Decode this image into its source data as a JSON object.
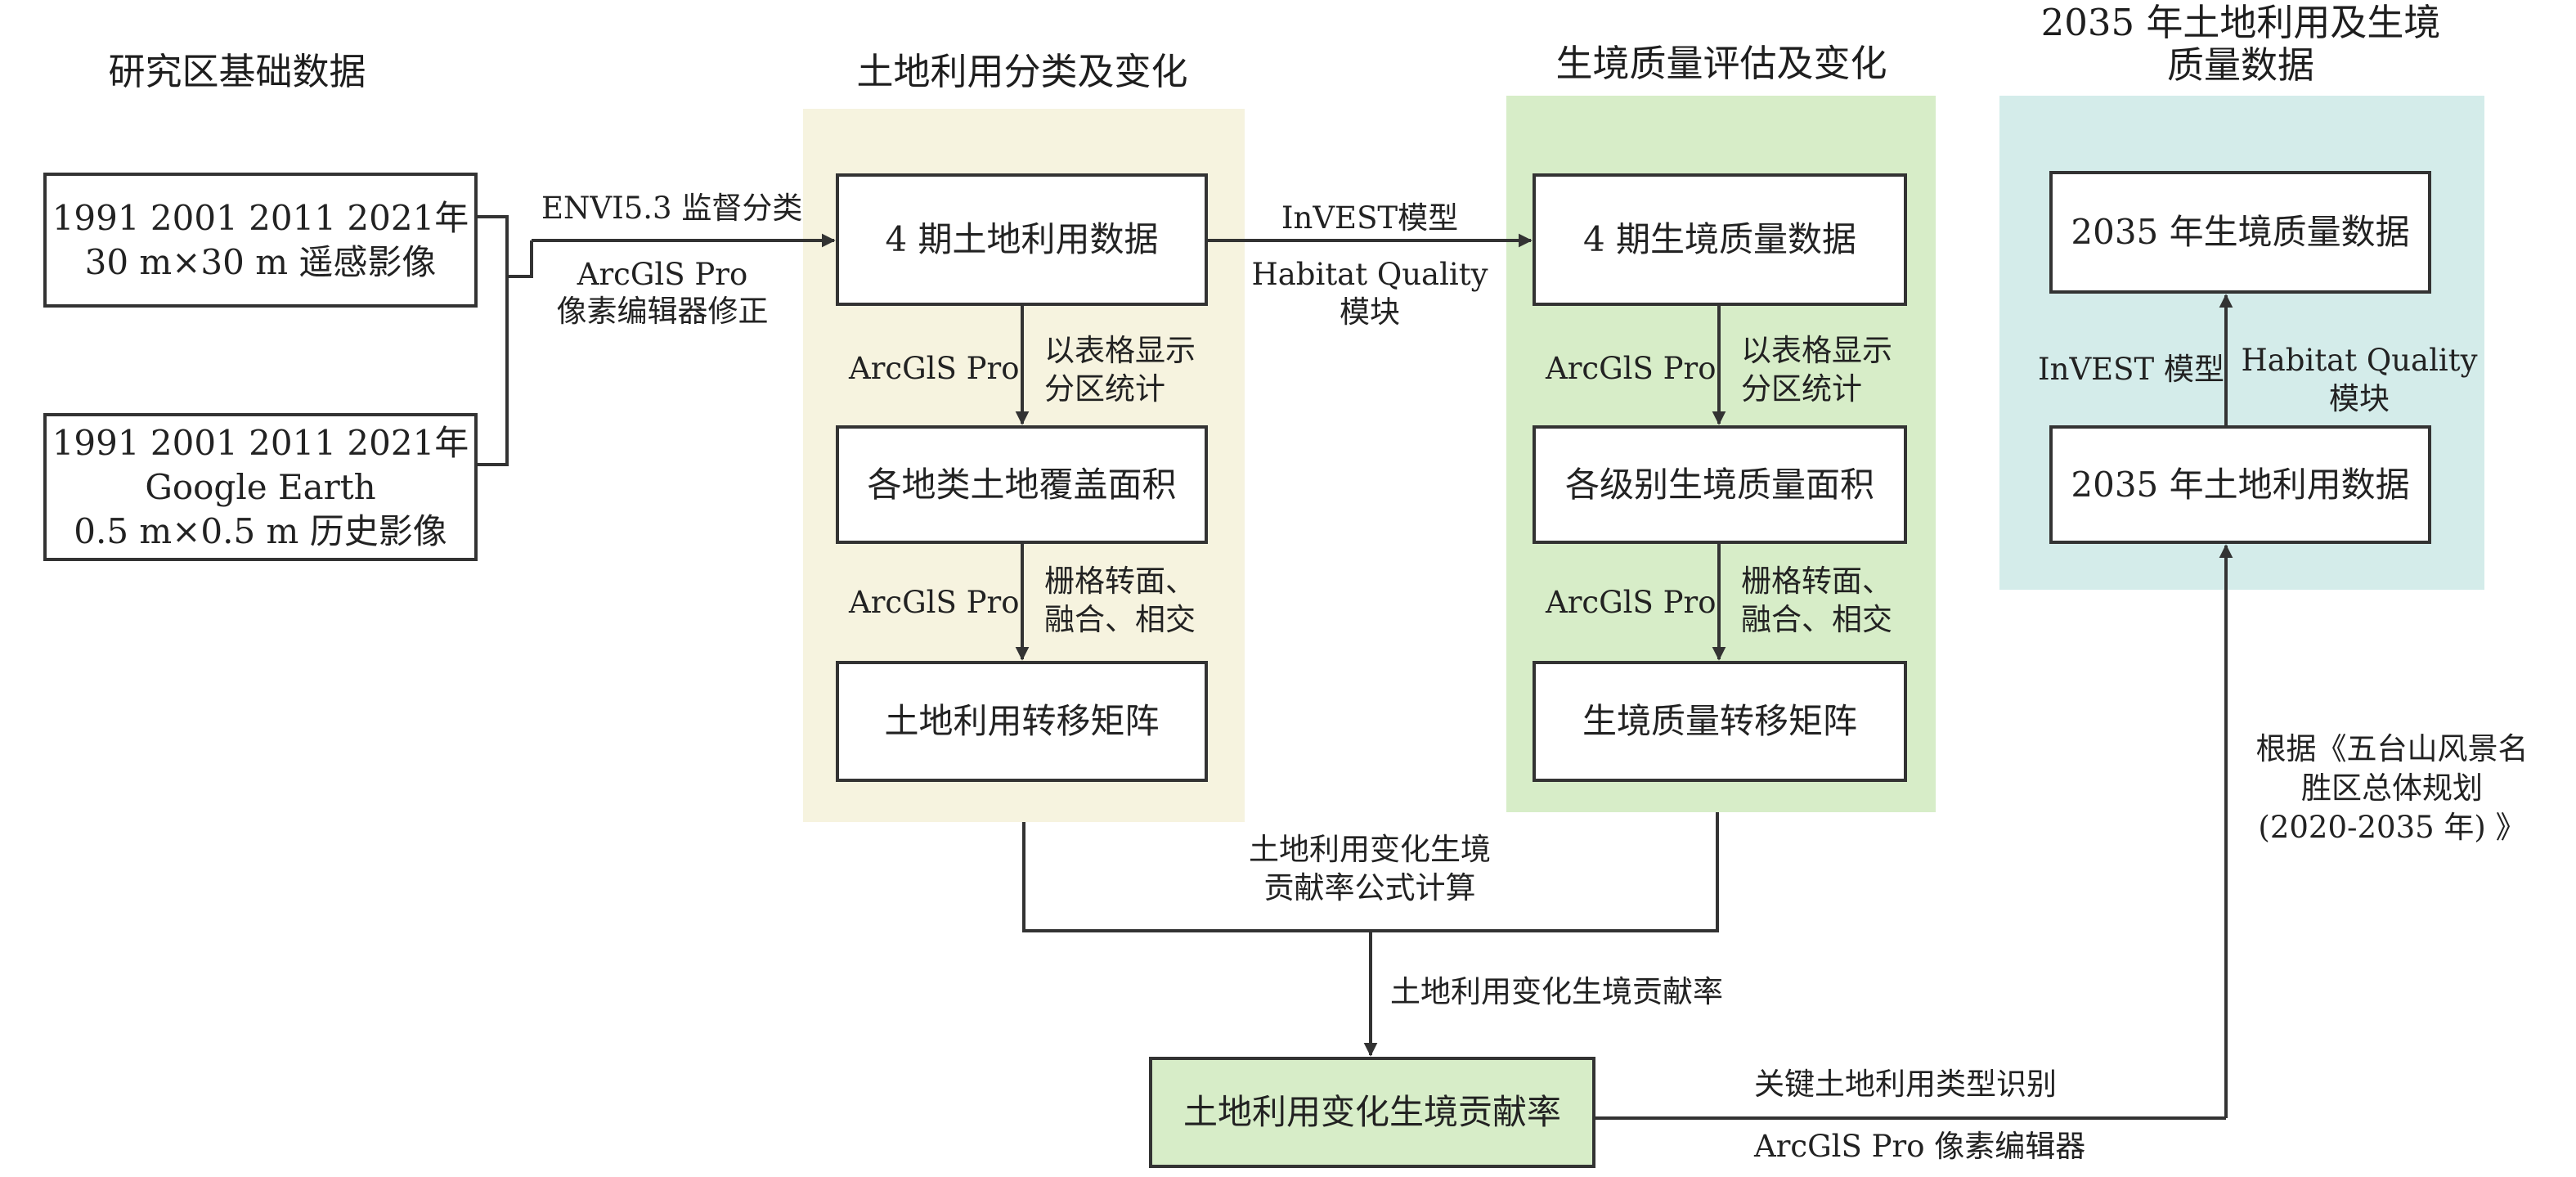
{
  "colors": {
    "panel_landuse": "#f6f3df",
    "panel_habitat": "#d7edc8",
    "panel_future": "#d4ecea",
    "result_box": "#d7edc8",
    "line": "#333333"
  },
  "columns": {
    "base": "研究区基础数据",
    "landuse": "土地利用分类及变化",
    "habitat": "生境质量评估及变化",
    "future_line1": "2035 年土地利用及生境",
    "future_line2": "质量数据"
  },
  "boxes": {
    "rs_images": [
      "1991 2001 2011 2021年",
      "30 m×30 m 遥感影像"
    ],
    "ge_images": [
      "1991 2001 2011 2021年",
      "Google Earth",
      "0.5 m×0.5 m 历史影像"
    ],
    "landuse_4": "4 期土地利用数据",
    "landuse_area": "各地类土地覆盖面积",
    "landuse_matrix": "土地利用转移矩阵",
    "habitat_4": "4 期生境质量数据",
    "habitat_area": "各级别生境质量面积",
    "habitat_matrix": "生境质量转移矩阵",
    "habitat_2035": "2035 年生境质量数据",
    "landuse_2035": "2035 年土地利用数据",
    "contribution": "土地利用变化生境贡献率"
  },
  "labels": {
    "envi": "ENVI5.3 监督分类",
    "arcgis_fix": [
      "ArcGlS Pro",
      "像素编辑器修正"
    ],
    "invest": "InVEST模型",
    "hq_module": [
      "Habitat Quality",
      "模块"
    ],
    "lu_arcgis1": "ArcGlS Pro",
    "lu_table": [
      "以表格显示",
      "分区统计"
    ],
    "lu_arcgis2": "ArcGlS Pro",
    "lu_raster": [
      "栅格转面、",
      "融合、相交"
    ],
    "hb_arcgis1": "ArcGlS Pro",
    "hb_table": [
      "以表格显示",
      "分区统计"
    ],
    "hb_arcgis2": "ArcGlS Pro",
    "hb_raster": [
      "栅格转面、",
      "融合、相交"
    ],
    "formula": [
      "土地利用变化生境",
      "贡献率公式计算"
    ],
    "contrib_arrow": "土地利用变化生境贡献率",
    "key_type": "关键土地利用类型识别",
    "arcgis_editor": "ArcGlS Pro 像素编辑器",
    "plan": [
      "根据《五台山风景名",
      "胜区总体规划",
      "(2020-2035 年) 》"
    ],
    "invest2": "InVEST 模型",
    "hq_module2": [
      "Habitat Quality",
      "模块"
    ]
  }
}
